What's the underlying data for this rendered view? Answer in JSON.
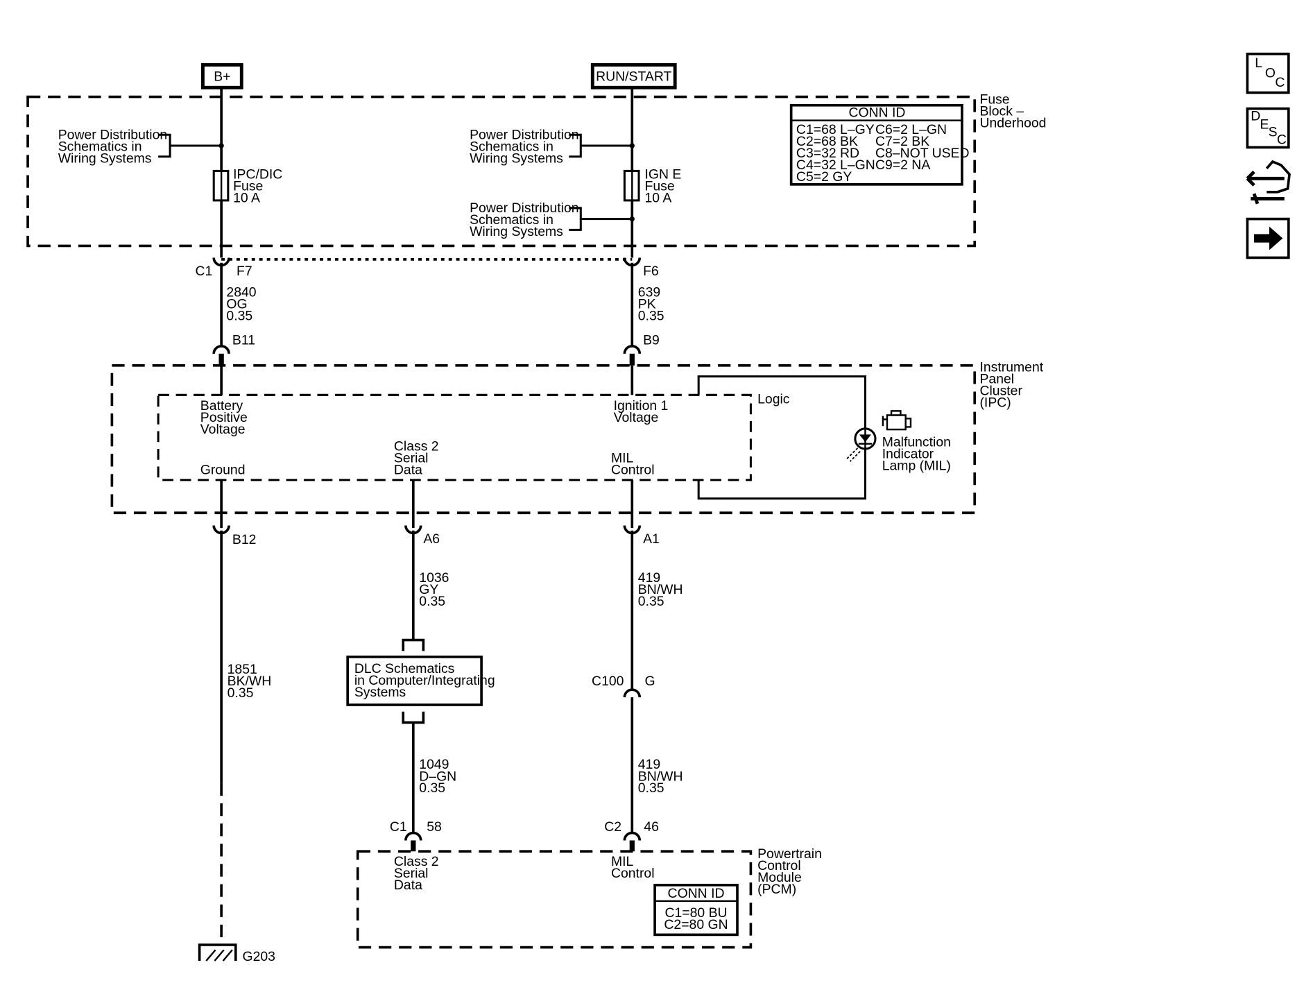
{
  "sources": {
    "bplus": "B+",
    "run_start": "RUN/START"
  },
  "fuse_block": {
    "label": [
      "Fuse",
      "Block –",
      "Underhood"
    ],
    "conn_id": {
      "title": "CONN ID",
      "left": [
        "C1=68 L–GY",
        "C2=68 BK",
        "C3=32 RD",
        "C4=32 L–GN",
        "C5=2 GY"
      ],
      "right": [
        "C6=2 L–GN",
        "C7=2 BK",
        "C8–NOT USED",
        "C9=2 NA"
      ]
    },
    "power_dist_ref": [
      "Power Distribution",
      "Schematics in",
      "Wiring Systems"
    ],
    "fuse_left": [
      "IPC/DIC",
      "Fuse",
      "10 A"
    ],
    "fuse_right": [
      "IGN E",
      "Fuse",
      "10 A"
    ]
  },
  "connectors": {
    "c1": "C1",
    "f7": "F7",
    "f6": "F6",
    "b11": "B11",
    "b9": "B9",
    "b12": "B12",
    "a6": "A6",
    "a1": "A1",
    "c100": "C100",
    "g": "G",
    "pcm_c1": "C1",
    "pin58": "58",
    "pcm_c2": "C2",
    "pin46": "46",
    "g203": "G203"
  },
  "wires": {
    "w2840": [
      "2840",
      "OG",
      "0.35"
    ],
    "w639": [
      "639",
      "PK",
      "0.35"
    ],
    "w1036": [
      "1036",
      "GY",
      "0.35"
    ],
    "w419a": [
      "419",
      "BN/WH",
      "0.35"
    ],
    "w1851": [
      "1851",
      "BK/WH",
      "0.35"
    ],
    "w1049": [
      "1049",
      "D–GN",
      "0.35"
    ],
    "w419b": [
      "419",
      "BN/WH",
      "0.35"
    ]
  },
  "ipc": {
    "label": [
      "Instrument",
      "Panel",
      "Cluster",
      "(IPC)"
    ],
    "logic": "Logic",
    "battery": [
      "Battery",
      "Positive",
      "Voltage"
    ],
    "ignition": [
      "Ignition 1",
      "Voltage"
    ],
    "class2": [
      "Class 2",
      "Serial",
      "Data"
    ],
    "ground": "Ground",
    "mil_control": [
      "MIL",
      "Control"
    ],
    "mil_lamp": [
      "Malfunction",
      "Indicator",
      "Lamp (MIL)"
    ]
  },
  "dlc": [
    "DLC Schematics",
    "in Computer/Integrating",
    "Systems"
  ],
  "pcm": {
    "label": [
      "Powertrain",
      "Control",
      "Module",
      "(PCM)"
    ],
    "class2": [
      "Class 2",
      "Serial",
      "Data"
    ],
    "mil_control": [
      "MIL",
      "Control"
    ],
    "conn_title": "CONN ID",
    "conn_lines": [
      "C1=80 BU",
      "C2=80 GN"
    ]
  },
  "side_buttons": {
    "loc": [
      "L",
      "O",
      "C"
    ],
    "desc": [
      "D",
      "E",
      "S",
      "C"
    ],
    "icons": [
      "connector-repair-icon",
      "next-arrow-icon"
    ]
  }
}
